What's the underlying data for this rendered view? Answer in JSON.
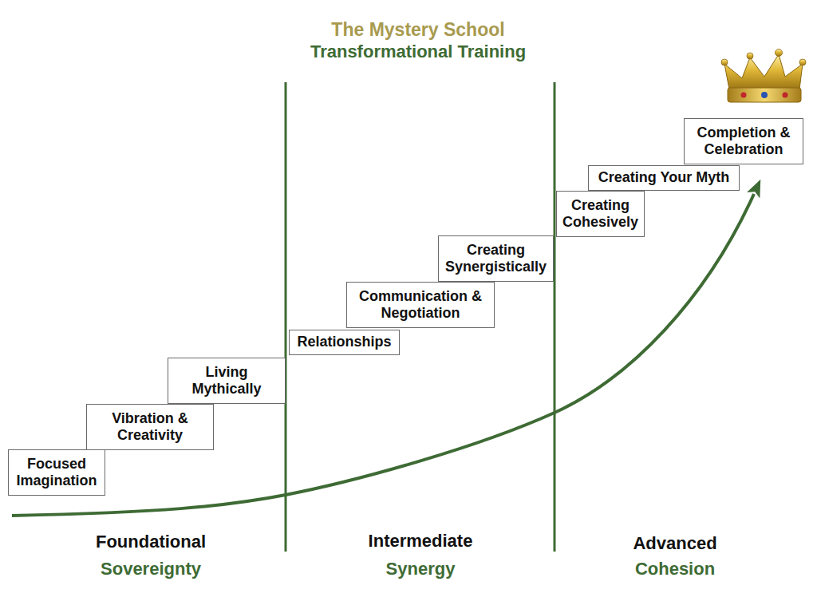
{
  "diagram": {
    "title": "The Mystery School",
    "nodes": [
      {
        "text": [
          "Focused Imagination"
        ]
      },
      {
        "text": [
          "Vibration & Creativity"
        ]
      },
      {
        "text": [
          "Living Mythically"
        ]
      },
      {
        "text": [
          "Relationships"
        ]
      },
      {
        "text": [
          "Communication & Negotiation"
        ]
      },
      {
        "text": [
          "Creating Synergistically"
        ]
      },
      {
        "text": [
          "Creating Cohesively"
        ]
      },
      {
        "text": [
          "Creating Your Myth"
        ]
      },
      {
        "text": [
          "Completion & Celebration"
        ]
      }
    ],
    "labels": [
      "Transformational Training",
      "Foundational",
      "Sovereignty",
      "Intermediate",
      "Synergy",
      "Advanced",
      "Cohesion"
    ]
  }
}
